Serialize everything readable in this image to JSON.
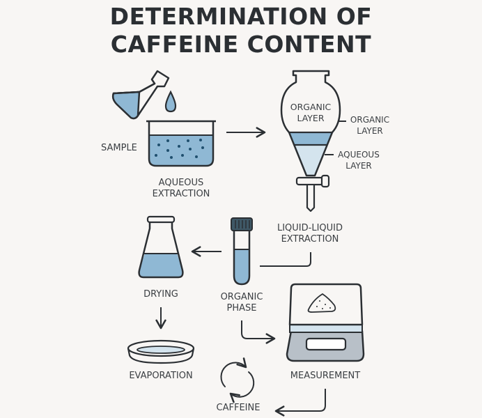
{
  "title": {
    "line1": "DETERMINATION OF",
    "line2": "CAFFEINE CONTENT"
  },
  "colors": {
    "background": "#f8f6f4",
    "outline": "#2b2f33",
    "liquid_blue": "#8fb8d4",
    "light_blue": "#d4e4ee",
    "scale_gray": "#b8c0c8",
    "dot": "#1f4f6e"
  },
  "steps": {
    "sample": {
      "label": "SAMPLE",
      "icon": "pouring-flask-icon"
    },
    "aqueous_extraction": {
      "line1": "AQUEOUS",
      "line2": "EXTRACTION",
      "icon": "beaker-icon"
    },
    "separatory_funnel": {
      "inner_line1": "ORGANIC",
      "inner_line2": "LAYER",
      "organic_callout_line1": "ORGANIC",
      "organic_callout_line2": "LAYER",
      "aqueous_callout_line1": "AQUEOUS",
      "aqueous_callout_line2": "LAYER",
      "icon": "separatory-funnel-icon"
    },
    "liquid_liquid_extraction": {
      "line1": "LIQUID-LIQUID",
      "line2": "EXTRACTION"
    },
    "organic_phase": {
      "line1": "ORGANIC",
      "line2": "PHASE",
      "icon": "test-tube-icon"
    },
    "drying": {
      "label": "DRYING",
      "icon": "erlenmeyer-flask-icon"
    },
    "evaporation": {
      "label": "EVAPORATION",
      "icon": "evaporating-dish-icon"
    },
    "measurement": {
      "label": "MEASUREMENT",
      "icon": "weighing-scale-icon"
    },
    "caffeine": {
      "label": "CAFFEINE",
      "icon": "cycle-arrows-icon"
    }
  },
  "flow": [
    "sample -> aqueous_extraction",
    "aqueous_extraction -> separatory_funnel",
    "liquid_liquid_extraction -> organic_phase",
    "organic_phase -> drying",
    "drying -> evaporation",
    "organic_phase -> measurement",
    "measurement -> caffeine"
  ]
}
